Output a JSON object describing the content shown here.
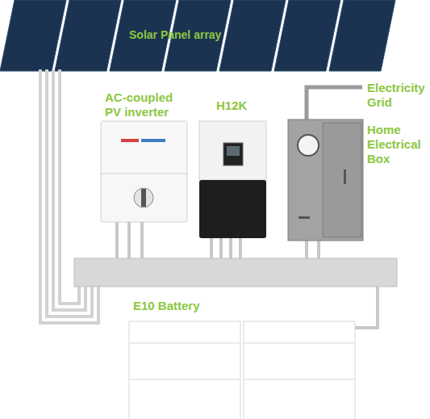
{
  "diagram": {
    "nodes": [
      {
        "text": [
          "Solar Panel array"
        ]
      },
      {
        "text": [
          "AC-coupled PV inverter"
        ]
      },
      {
        "text": [
          "H12K"
        ]
      },
      {
        "text": [
          "Home Electrical Box"
        ]
      },
      {
        "text": [
          "E10 Battery"
        ]
      }
    ],
    "labels": [
      "Electricity Grid"
    ]
  }
}
